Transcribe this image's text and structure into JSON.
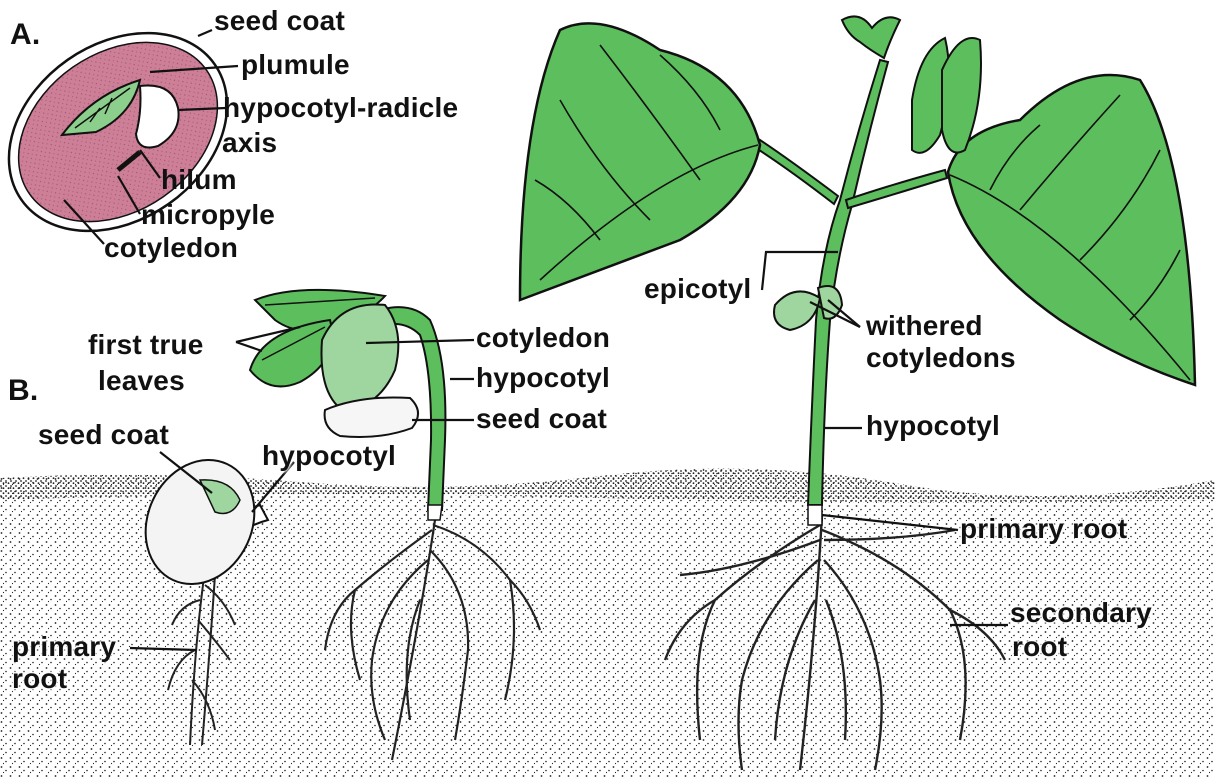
{
  "colors": {
    "leaf": "#5dbe5d",
    "leaf_pale": "#9fd59f",
    "cotyledon_pink": "#cc7f97",
    "ink": "#111111",
    "soil_dot": "#222222"
  },
  "panel_a": {
    "letter": "A.",
    "labels": {
      "seed_coat": "seed coat",
      "plumule": "plumule",
      "hypocotyl_radicle": "hypocotyl-radicle",
      "axis": "axis",
      "hilum": "hilum",
      "micropyle": "micropyle",
      "cotyledon": "cotyledon"
    }
  },
  "panel_b": {
    "letter": "B.",
    "stage1": {
      "seed_coat": "seed coat",
      "hypocotyl": "hypocotyl",
      "primary": "primary",
      "root": "root"
    },
    "stage2": {
      "first_true": "first true",
      "leaves": "leaves",
      "cotyledon": "cotyledon",
      "hypocotyl": "hypocotyl",
      "seed_coat": "seed coat"
    },
    "stage3": {
      "epicotyl": "epicotyl",
      "withered": "withered",
      "cotyledons": "cotyledons",
      "hypocotyl": "hypocotyl",
      "primary_root": "primary root",
      "secondary": "secondary",
      "root": "root"
    }
  }
}
